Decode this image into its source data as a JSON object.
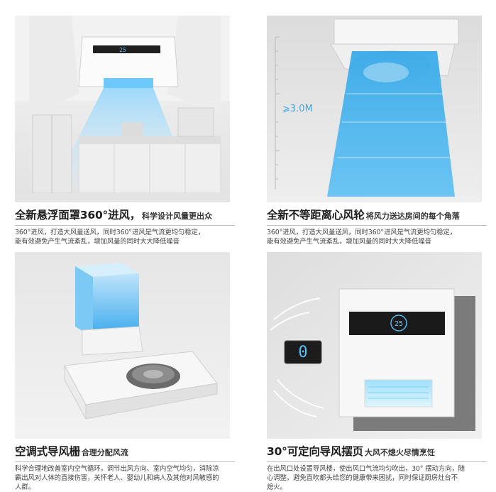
{
  "panels": [
    {
      "title": "全新悬浮面罩360°进风，",
      "subtitle": "科学设计风量更出众",
      "desc_lines": [
        "360°进风，打造大风量送风，同时360°进风是气流更均匀稳定，",
        "能有效避免产生气流紊乱，增加风量的同时大大降低噪音"
      ],
      "device_display": "25"
    },
    {
      "title": "全新不等距离心风轮",
      "subtitle": "将风力送达房间的每个角落",
      "desc_lines": [
        "360°进风，打造大风量送风，同时360°进风是气流更均匀稳定，",
        "能有效避免产生气流紊乱，增加风量的同时大大降低噪音"
      ],
      "distance_label": "⩾3.0M"
    },
    {
      "title": "空调式导风栅",
      "subtitle": "合理分配风流",
      "desc_lines": [
        "科学合理地改善室内空气循环，调节出风方向、室内空气均匀，消除凉",
        "霸出风对人体的直接伤害，关怀老人、婴幼儿和病人及其他对风敏感的",
        "人群。"
      ]
    },
    {
      "title": "30°可定向导风摆页",
      "subtitle": "大风不熄火尽情烹饪",
      "desc_lines": [
        "在出风口处设置导风楼，使出风口气流均匀吹出，30° 摆动方向，随",
        "心调整。避免直吹都头给您的健康带来困扰，同时保证厨房灶台不",
        "熄火。"
      ],
      "device_display": "25",
      "remote_display": "0"
    }
  ],
  "colors": {
    "air_blue": "#4fb6f0",
    "air_light": "#bfe6fb",
    "panel_gray": "#d8d8d8",
    "rule_gray": "#bdbdbd"
  }
}
